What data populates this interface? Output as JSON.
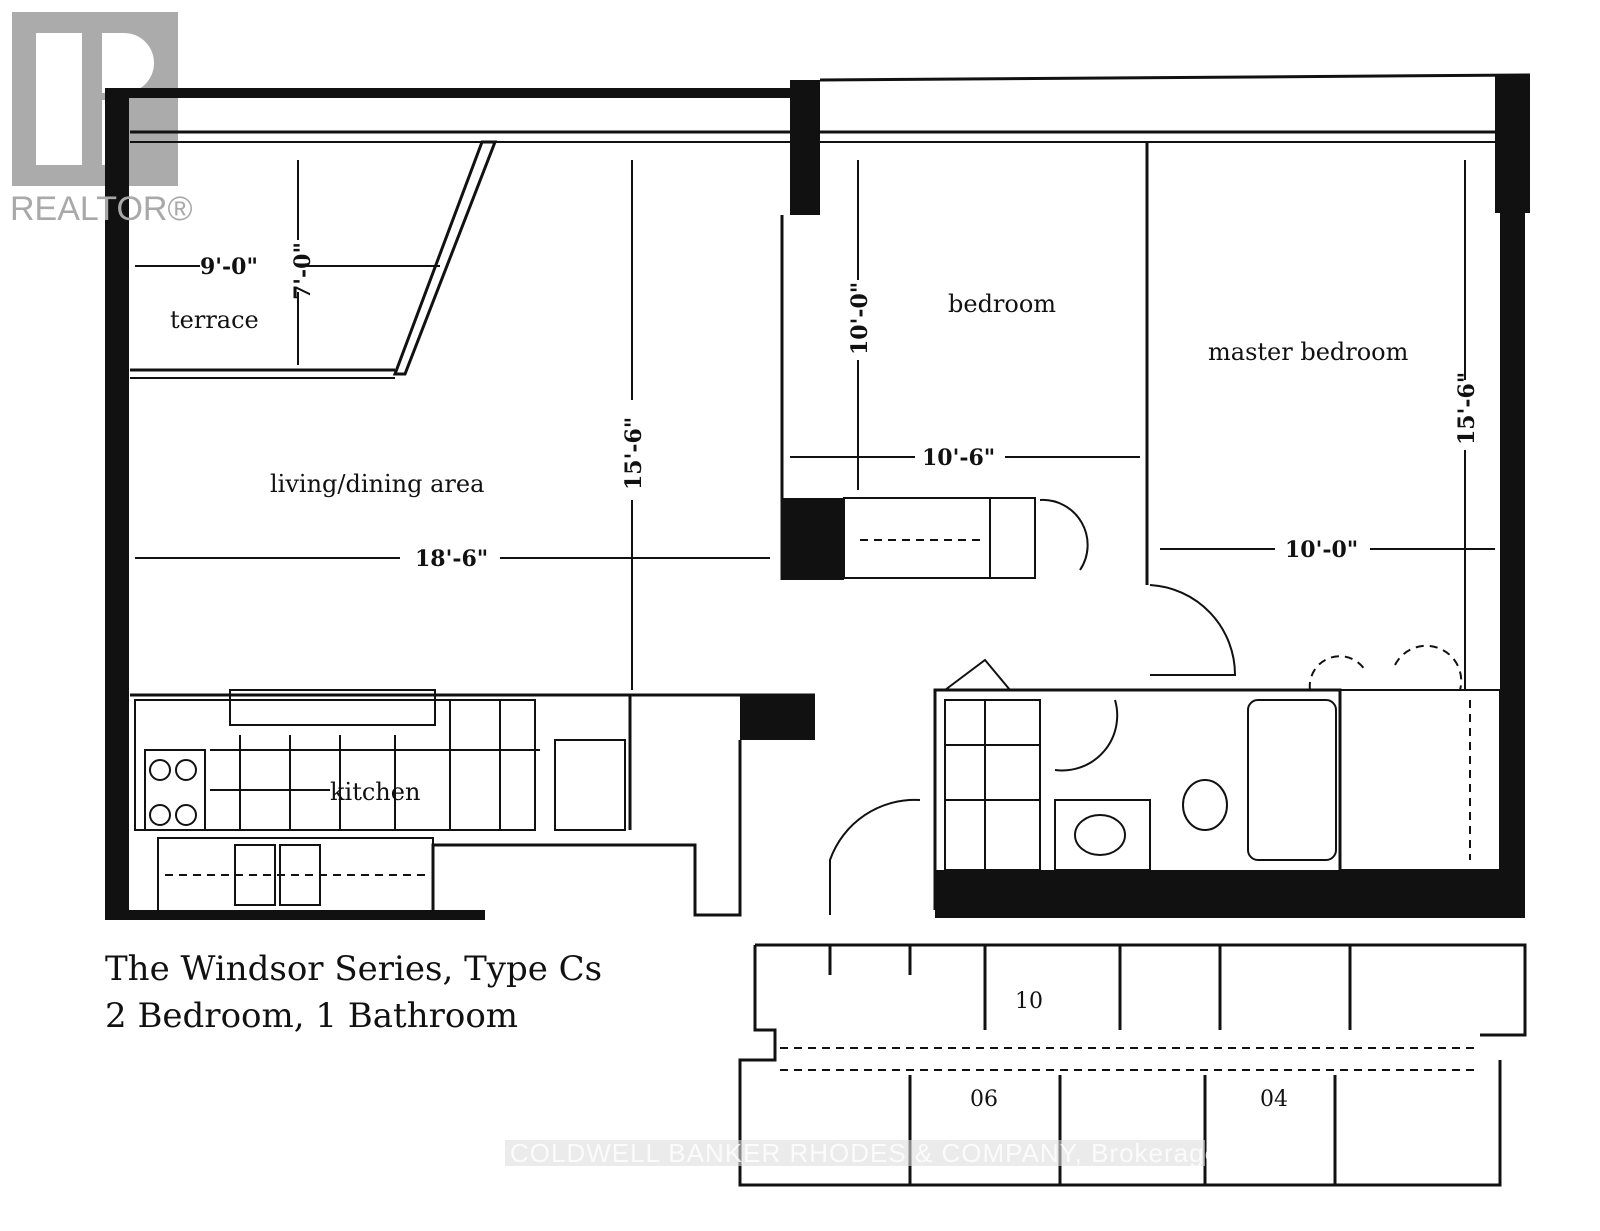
{
  "logo": {
    "text": "REALTOR®",
    "color": "#a9a9a9"
  },
  "rooms": {
    "terrace": "terrace",
    "living": "living/dining area",
    "kitchen": "kitchen",
    "bedroom": "bedroom",
    "master": "master bedroom"
  },
  "dimensions": {
    "terrace_width": "9'-0\"",
    "terrace_depth": "7'-0\"",
    "living_depth": "15'-6\"",
    "living_width": "18'-6\"",
    "bedroom_depth": "10'-0\"",
    "bedroom_width": "10'-6\"",
    "master_width": "10'-0\"",
    "master_depth": "15'-6\""
  },
  "title": {
    "line1": "The Windsor Series, Type Cs",
    "line2": "2 Bedroom, 1 Bathroom"
  },
  "key_plate": {
    "units": [
      "10",
      "06",
      "04"
    ]
  },
  "watermark": "COLDWELL BANKER RHODES & COMPANY, Brokerage"
}
